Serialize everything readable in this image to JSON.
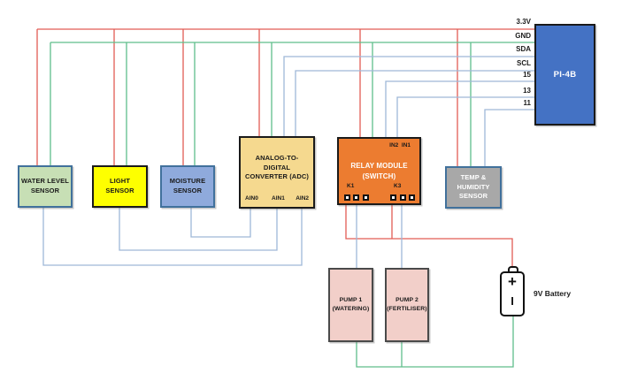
{
  "wire_colors": {
    "power": "#E25C55",
    "ground": "#5FBE8B",
    "signal": "#9FB8D8"
  },
  "pi_pins": [
    "3.3V",
    "GND",
    "SDA",
    "SCL",
    "15",
    "13",
    "11"
  ],
  "nodes": {
    "water_sensor": {
      "label": "WATER LEVEL\nSENSOR",
      "fill": "#C7DFB5",
      "border": "#41719C",
      "text": "#1a1a1a"
    },
    "light_sensor": {
      "label": "LIGHT\nSENSOR",
      "fill": "#FEFF00",
      "border": "#1a1a1a",
      "text": "#1a1a1a"
    },
    "moisture_sensor": {
      "label": "MOISTURE\nSENSOR",
      "fill": "#8FAADC",
      "border": "#41719C",
      "text": "#1a1a1a"
    },
    "adc": {
      "label": "ANALOG-TO-\nDIGITAL\nCONVERTER (ADC)",
      "fill": "#F5D98F",
      "border": "#1a1a1a",
      "text": "#1a1a1a",
      "pins": [
        "AIN0",
        "AIN1",
        "AIN2"
      ]
    },
    "relay": {
      "label": "RELAY MODULE\n(SWITCH)",
      "fill": "#EC7C30",
      "border": "#1a1a1a",
      "text": "#ffffff",
      "in_pins": "IN2  IN1",
      "k1": "K1",
      "k3": "K3"
    },
    "temp_sensor": {
      "label": "TEMP &\nHUMIDITY\nSENSOR",
      "fill": "#A8A8A8",
      "border": "#41719C",
      "text": "#ffffff"
    },
    "pi": {
      "label": "PI-4B",
      "fill": "#4472C4",
      "border": "#1a1a1a",
      "text": "#ffffff"
    },
    "pump1": {
      "label": "PUMP 1\n(WATERING)",
      "fill": "#F2CFC9",
      "border": "#4a4a4a",
      "text": "#1a1a1a"
    },
    "pump2": {
      "label": "PUMP 2\n(FERTILISER)",
      "fill": "#F2CFC9",
      "border": "#4a4a4a",
      "text": "#1a1a1a"
    },
    "battery": {
      "plus": "+",
      "minus": "I",
      "label": "9V Battery",
      "fill": "#ffffff",
      "border": "#111111"
    }
  }
}
